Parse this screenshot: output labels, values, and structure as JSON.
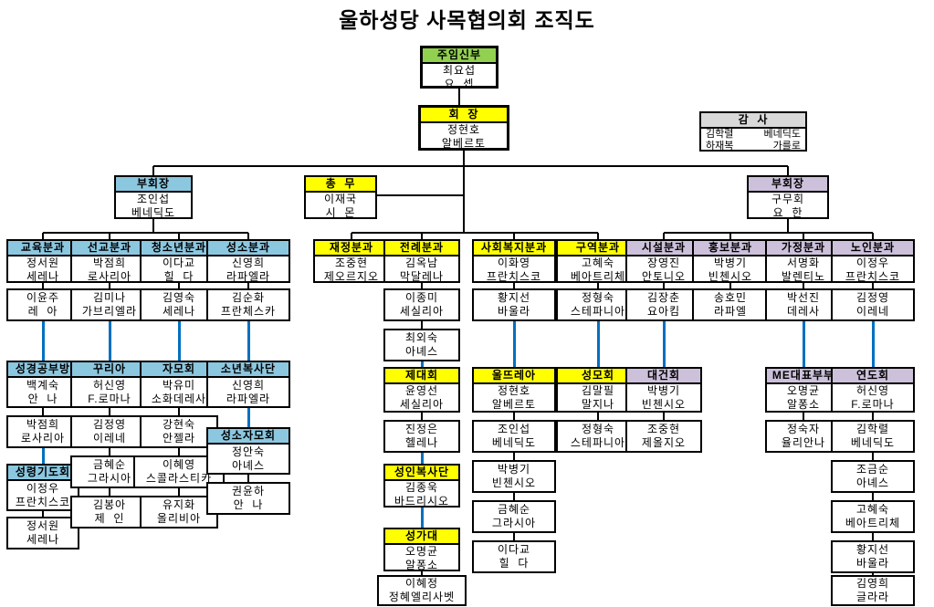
{
  "title": "울하성당 사목협의회 조직도",
  "palette": {
    "green": "#92D050",
    "yellow": "#FFFF00",
    "blue": "#8CC7E0",
    "purple": "#CCC0DA",
    "gray": "#D9D9D9",
    "line_blue": "#0070C0",
    "line_black": "#000000"
  },
  "pastor": {
    "title": "주임신부",
    "name": "최요섭",
    "baptismal": "요  셉",
    "color": "green"
  },
  "president": {
    "title": "회  장",
    "name": "정현호",
    "baptismal": "알베르토",
    "color": "yellow"
  },
  "auditors": {
    "title": "감  사",
    "color": "gray",
    "members": [
      {
        "name": "김학렬",
        "baptismal": "베네딕도"
      },
      {
        "name": "하재복",
        "baptismal": "가를로"
      }
    ]
  },
  "vice_president_left": {
    "title": "부회장",
    "name": "조인섭",
    "baptismal": "베네딕도",
    "color": "blue"
  },
  "general_secretary": {
    "title": "총  무",
    "name": "이재국",
    "baptismal": "시  몬",
    "color": "yellow"
  },
  "vice_president_right": {
    "title": "부회장",
    "name": "구무회",
    "baptismal": "요  한",
    "color": "purple"
  },
  "columns": [
    {
      "group": "blue",
      "dept": {
        "title": "교육분과",
        "name": "정서원",
        "baptismal": "세레나"
      },
      "children": [
        {
          "name": "이윤주",
          "baptismal": "레  아"
        },
        {
          "title": "성경공부방",
          "name": "백계숙",
          "baptismal": "안  나"
        },
        {
          "name": "박점희",
          "baptismal": "로사리아"
        },
        {
          "title": "성령기도회",
          "name": "이정우",
          "baptismal": "프란치스코"
        },
        {
          "name": "정서원",
          "baptismal": "세레나"
        }
      ]
    },
    {
      "group": "blue",
      "dept": {
        "title": "선교분과",
        "name": "박점희",
        "baptismal": "로사리아"
      },
      "children": [
        {
          "name": "김미나",
          "baptismal": "가브리엘라"
        },
        {
          "title": "꾸리아",
          "name": "허신영",
          "baptismal": "F.로마나"
        },
        {
          "name": "김정영",
          "baptismal": "이레네"
        },
        {
          "name": "금혜순",
          "baptismal": "그라시아"
        },
        {
          "name": "김봉아",
          "baptismal": "제  인"
        }
      ]
    },
    {
      "group": "blue",
      "dept": {
        "title": "청소년분과",
        "name": "이다교",
        "baptismal": "힐  다"
      },
      "children": [
        {
          "name": "김영숙",
          "baptismal": "세레나"
        },
        {
          "title": "자모회",
          "name": "박유미",
          "baptismal": "소화데레사"
        },
        {
          "name": "강현숙",
          "baptismal": "안젤라"
        },
        {
          "name": "이혜영",
          "baptismal": "스콜라스티카"
        },
        {
          "name": "유지화",
          "baptismal": "올리비아"
        }
      ]
    },
    {
      "group": "blue",
      "dept": {
        "title": "성소분과",
        "name": "신영희",
        "baptismal": "라파엘라"
      },
      "children": [
        {
          "name": "김순화",
          "baptismal": "프란체스카"
        },
        {
          "title": "소년복사단",
          "name": "신영희",
          "baptismal": "라파엘라"
        },
        {
          "title": "성소자모회",
          "name": "정안숙",
          "baptismal": "아녜스"
        },
        {
          "name": "권윤하",
          "baptismal": "안  나"
        }
      ]
    },
    {
      "group": "yellow",
      "dept": {
        "title": "재정분과",
        "name": "조중현",
        "baptismal": "제오르지오"
      },
      "children": []
    },
    {
      "group": "yellow",
      "dept": {
        "title": "전례분과",
        "name": "김옥남",
        "baptismal": "막달레나"
      },
      "children": [
        {
          "name": "이종미",
          "baptismal": "세실리아"
        },
        {
          "name": "최외숙",
          "baptismal": "아녜스"
        },
        {
          "title": "제대회",
          "name": "윤영선",
          "baptismal": "세실리아"
        },
        {
          "name": "진정은",
          "baptismal": "헬레나"
        },
        {
          "title": "성인복사단",
          "name": "김종욱",
          "baptismal": "바드리시오"
        },
        {
          "title": "성가대",
          "name": "오명균",
          "baptismal": "알퐁소"
        },
        {
          "name": "이혜정",
          "baptismal": "정혜엘리사벳"
        }
      ]
    },
    {
      "group": "yellow",
      "dept": {
        "title": "사회복지분과",
        "name": "이화영",
        "baptismal": "프란치스코"
      },
      "children": [
        {
          "name": "황지선",
          "baptismal": "바울라"
        },
        {
          "title": "울뜨레아",
          "name": "정현호",
          "baptismal": "알베르토"
        },
        {
          "name": "조인섭",
          "baptismal": "베네딕도"
        },
        {
          "name": "박병기",
          "baptismal": "빈첸시오"
        },
        {
          "name": "금혜순",
          "baptismal": "그라시아"
        },
        {
          "name": "이다교",
          "baptismal": "힐  다"
        }
      ]
    },
    {
      "group": "yellow",
      "dept": {
        "title": "구역분과",
        "name": "고혜숙",
        "baptismal": "베아트리체"
      },
      "children": [
        {
          "name": "정형숙",
          "baptismal": "스테파니아"
        },
        {
          "title": "성모회",
          "name": "김말필",
          "baptismal": "말지나"
        },
        {
          "name": "정형숙",
          "baptismal": "스테파니아"
        }
      ]
    },
    {
      "group": "purple",
      "dept": {
        "title": "시설분과",
        "name": "장영진",
        "baptismal": "안토니오"
      },
      "children": [
        {
          "name": "김장춘",
          "baptismal": "요아킴"
        },
        {
          "title": "대건회",
          "name": "박병기",
          "baptismal": "빈첸시오"
        },
        {
          "name": "조중현",
          "baptismal": "제올지오"
        }
      ]
    },
    {
      "group": "purple",
      "dept": {
        "title": "홍보분과",
        "name": "박병기",
        "baptismal": "빈첸시오"
      },
      "children": [
        {
          "name": "송호민",
          "baptismal": "라파엘"
        }
      ]
    },
    {
      "group": "purple",
      "dept": {
        "title": "가정분과",
        "name": "서명화",
        "baptismal": "발렌티노"
      },
      "children": [
        {
          "name": "박선진",
          "baptismal": "데레사"
        },
        {
          "title": "ME대표부부",
          "name": "오명균",
          "baptismal": "알퐁소"
        },
        {
          "name": "정숙자",
          "baptismal": "율리안나"
        }
      ]
    },
    {
      "group": "purple",
      "dept": {
        "title": "노인분과",
        "name": "이정우",
        "baptismal": "프란치스코"
      },
      "children": [
        {
          "name": "김정영",
          "baptismal": "이레네"
        },
        {
          "title": "연도회",
          "name": "허신영",
          "baptismal": "F.로마나"
        },
        {
          "name": "김학렬",
          "baptismal": "베네딕도"
        },
        {
          "name": "조금순",
          "baptismal": "아녜스"
        },
        {
          "name": "고혜숙",
          "baptismal": "베아트리체"
        },
        {
          "name": "황지선",
          "baptismal": "바울라"
        },
        {
          "name": "김영희",
          "baptismal": "글라라"
        }
      ]
    }
  ]
}
